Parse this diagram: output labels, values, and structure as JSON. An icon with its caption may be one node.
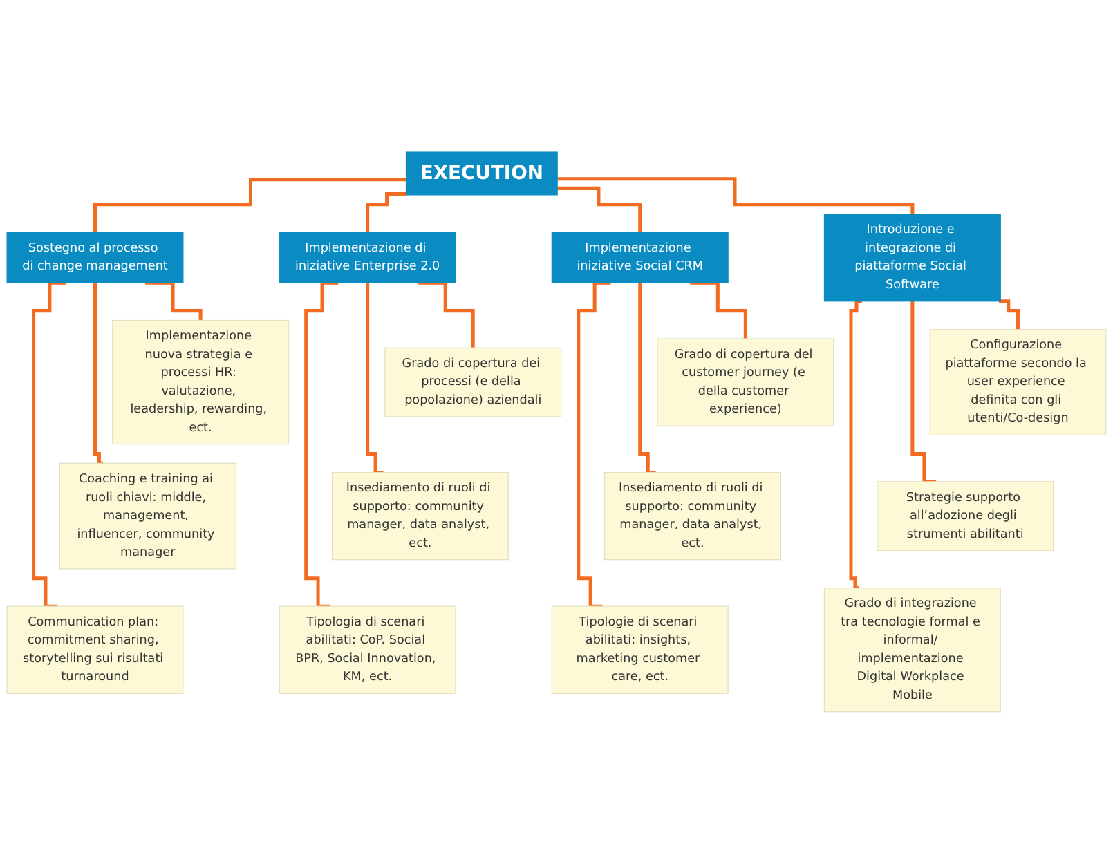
{
  "diagram": {
    "nodes": [
      {
        "text": [
          "EXECUTION"
        ]
      },
      {
        "text": [
          "Sostegno al processo di change management"
        ]
      },
      {
        "text": [
          "Implementazione nuova strategia e processi HR: valutazione, leadership, rewarding, ect."
        ]
      },
      {
        "text": [
          "Coaching e training ai ruoli chiavi: middle, management, influencer, community manager"
        ]
      },
      {
        "text": [
          "Communication plan: commitment sharing, storytelling sui risultati turnaround"
        ]
      },
      {
        "text": [
          "Implementazione di iniziative Enterprise 2.0"
        ]
      },
      {
        "text": [
          "Grado di copertura dei processi (e della popolazione) aziendali"
        ]
      },
      {
        "text": [
          "Insediamento di ruoli di supporto: community manager, data analyst, ect."
        ]
      },
      {
        "text": [
          "Tipologia di scenari abilitati: CoP. Social BPR, Social Innovation, KM, ect."
        ]
      },
      {
        "text": [
          "Implementazione iniziative Social CRM"
        ]
      },
      {
        "text": [
          "Grado di copertura del customer journey (e della customer experience)"
        ]
      },
      {
        "text": [
          "Insediamento di ruoli di supporto: community manager, data analyst, ect."
        ]
      },
      {
        "text": [
          "Tipologie di scenari abilitati: insights, marketing customer care, ect."
        ]
      },
      {
        "text": [
          "Introduzione e integrazione di piattaforme Social Software"
        ]
      },
      {
        "text": [
          "Configurazione piattaforme secondo la user experience definita con gli utenti/Co-design"
        ]
      },
      {
        "text": [
          "Strategie supporto all’adozione degli strumenti abilitanti"
        ]
      },
      {
        "text": [
          "Grado di integrazione tra tecnologie formal e informal/ implementazione Digital Workplace Mobile"
        ]
      }
    ],
    "edges": [
      {
        "from": 0,
        "to": 1,
        "arrow": "none"
      },
      {
        "from": 0,
        "to": 5,
        "arrow": "none"
      },
      {
        "from": 0,
        "to": 9,
        "arrow": "none"
      },
      {
        "from": 0,
        "to": 13,
        "arrow": "none"
      },
      {
        "from": 1,
        "to": 2,
        "arrow": "none"
      },
      {
        "from": 1,
        "to": 3,
        "arrow": "none"
      },
      {
        "from": 1,
        "to": 4,
        "arrow": "none"
      },
      {
        "from": 5,
        "to": 6,
        "arrow": "none"
      },
      {
        "from": 5,
        "to": 7,
        "arrow": "none"
      },
      {
        "from": 5,
        "to": 8,
        "arrow": "none"
      },
      {
        "from": 9,
        "to": 10,
        "arrow": "none"
      },
      {
        "from": 9,
        "to": 11,
        "arrow": "none"
      },
      {
        "from": 9,
        "to": 12,
        "arrow": "none"
      },
      {
        "from": 13,
        "to": 14,
        "arrow": "none"
      },
      {
        "from": 13,
        "to": 15,
        "arrow": "none"
      },
      {
        "from": 13,
        "to": 16,
        "arrow": "none"
      }
    ]
  }
}
